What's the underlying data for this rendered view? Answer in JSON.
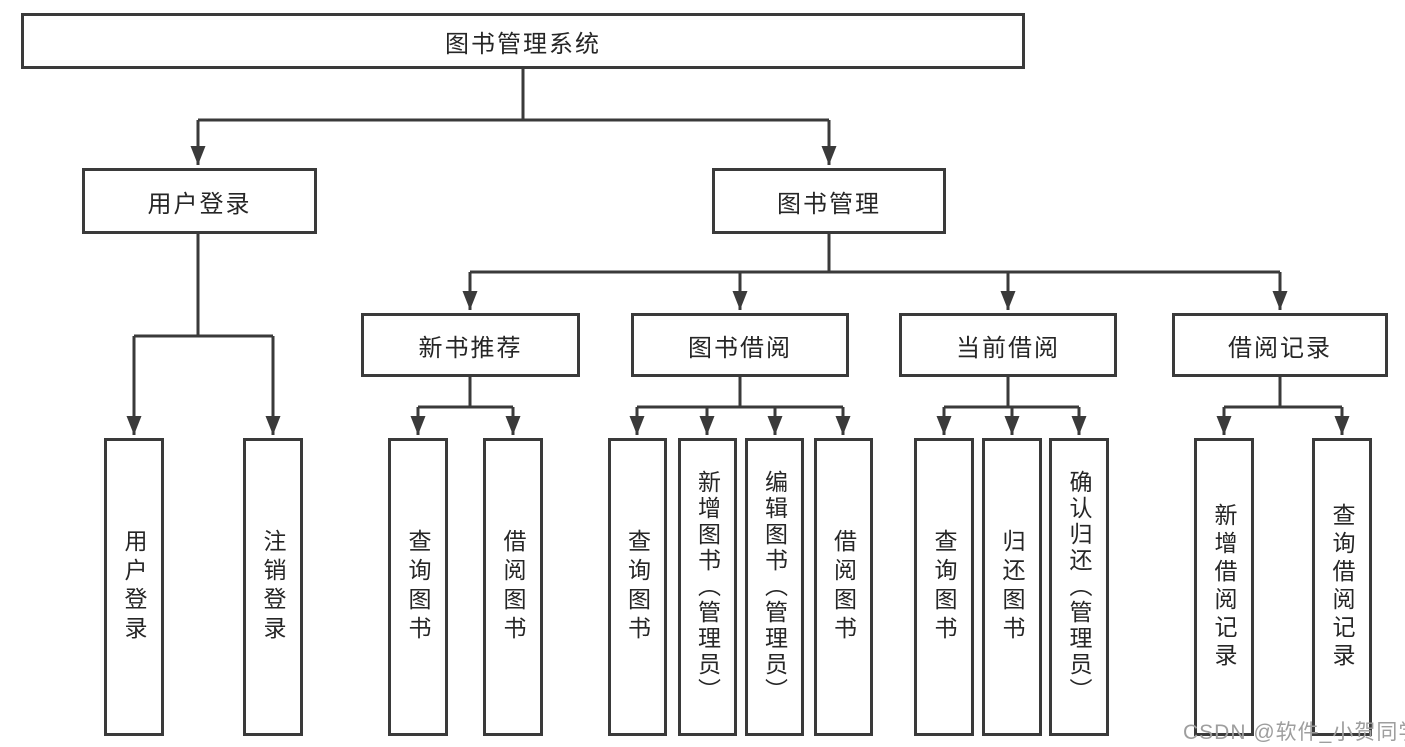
{
  "diagram": {
    "type": "hierarchy-tree",
    "title": "图书管理系统"
  },
  "nodes": {
    "root": "图书管理系统",
    "user_login": "用户登录",
    "book_management": "图书管理",
    "new_book_recommend": "新书推荐",
    "book_borrowing": "图书借阅",
    "current_borrowing": "当前借阅",
    "borrowing_records": "借阅记录",
    "leaf_user_login": "用户登录",
    "leaf_logout": "注销登录",
    "leaf_query_book_a": "查询图书",
    "leaf_borrow_book_a": "借阅图书",
    "leaf_query_book_b": "查询图书",
    "leaf_add_book_admin": "新增图书（管理员）",
    "leaf_edit_book_admin": "编辑图书（管理员）",
    "leaf_borrow_book_b": "借阅图书",
    "leaf_query_book_c": "查询图书",
    "leaf_return_book": "归还图书",
    "leaf_confirm_return_admin": "确认归还（管理员）",
    "leaf_add_borrow_record": "新增借阅记录",
    "leaf_query_borrow_record": "查询借阅记录"
  },
  "hierarchy": {
    "root": [
      "user_login",
      "book_management"
    ],
    "user_login": [
      "leaf_user_login",
      "leaf_logout"
    ],
    "book_management": [
      "new_book_recommend",
      "book_borrowing",
      "current_borrowing",
      "borrowing_records"
    ],
    "new_book_recommend": [
      "leaf_query_book_a",
      "leaf_borrow_book_a"
    ],
    "book_borrowing": [
      "leaf_query_book_b",
      "leaf_add_book_admin",
      "leaf_edit_book_admin",
      "leaf_borrow_book_b"
    ],
    "current_borrowing": [
      "leaf_query_book_c",
      "leaf_return_book",
      "leaf_confirm_return_admin"
    ],
    "borrowing_records": [
      "leaf_add_borrow_record",
      "leaf_query_borrow_record"
    ]
  },
  "watermark": "CSDN @软件_小贺同学",
  "colors": {
    "line": "#3a3a3a",
    "text": "#262626",
    "watermark": "#9e9e9e",
    "background": "#ffffff"
  }
}
